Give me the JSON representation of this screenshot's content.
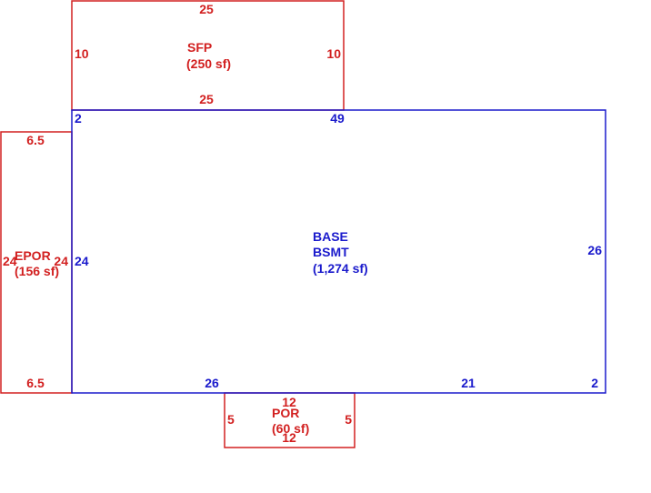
{
  "colors": {
    "red": "#d22020",
    "blue": "#1a1acc"
  },
  "sfp": {
    "name": "SFP",
    "area": "(250 sf)",
    "dims": {
      "top": "25",
      "bottom": "25",
      "left": "10",
      "right": "10"
    }
  },
  "base": {
    "name_line1": "BASE",
    "name_line2": "BSMT",
    "area": "(1,274 sf)",
    "dims": {
      "top_left": "2",
      "top_right": "49",
      "left": "24",
      "right": "26",
      "bottom_left": "26",
      "bottom_mid": "21",
      "bottom_right": "2"
    }
  },
  "epor": {
    "name": "EPOR",
    "area": "(156 sf)",
    "dims": {
      "top": "6.5",
      "bottom": "6.5",
      "left": "24",
      "right": "24"
    }
  },
  "por": {
    "name": "POR",
    "area": "(60 sf)",
    "dims": {
      "top": "12",
      "bottom": "12",
      "left": "5",
      "right": "5"
    }
  }
}
